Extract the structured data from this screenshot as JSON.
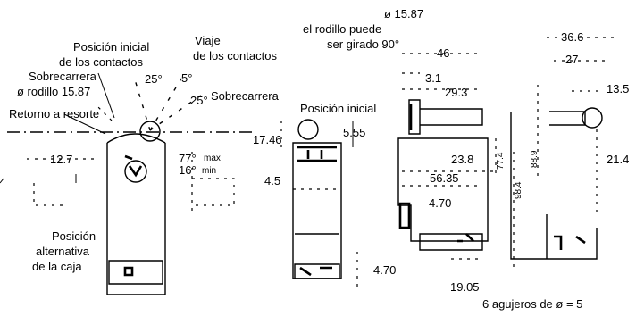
{
  "labels": {
    "posicion_inicial_contactos_1": "Posición inicial",
    "posicion_inicial_contactos_2": "de los contactos",
    "viaje_1": "Viaje",
    "viaje_2": "de los contactos",
    "sobrecarrera_left": "Sobrecarrera",
    "rodillo_left": "ø rodillo 15.87",
    "retorno": "Retorno a resorte",
    "sobrecarrera_right": "Sobrecarrera",
    "posicion_alternativa_1": "Posición",
    "posicion_alternativa_2": "alternativa",
    "posicion_alternativa_3": "de la caja",
    "posicion_inicial": "Posición inicial",
    "rodillo_top_1": "ø 15.87",
    "rodillo_top_2": "el rodillo puede",
    "rodillo_top_3": "ser girado 90°",
    "agujeros": "6 agujeros de ø = 5"
  },
  "dimensions": {
    "angle_25_a": "25°",
    "angle_5": "5°",
    "angle_25_b": "25°",
    "angle_77": "77°",
    "max": "max",
    "angle_16": "16°",
    "min": "min",
    "d_12_7": "12.7",
    "d_17_46": "17.46",
    "d_5_55": "5.55",
    "d_4_5": "4.5",
    "d_4_70_a": "4.70",
    "d_46": "46",
    "d_3_1": "3.1",
    "d_29_3": "29.3",
    "d_23_8": "23.8",
    "d_56_35": "56.35",
    "d_4_70_b": "4.70",
    "d_77_4": "77.4",
    "d_88_9": "88.9",
    "d_98_4": "98.4",
    "d_19_05": "19.05",
    "d_36_6": "36.6",
    "d_27": "27",
    "d_13_5": "13.5",
    "d_21_4": "21.4"
  }
}
